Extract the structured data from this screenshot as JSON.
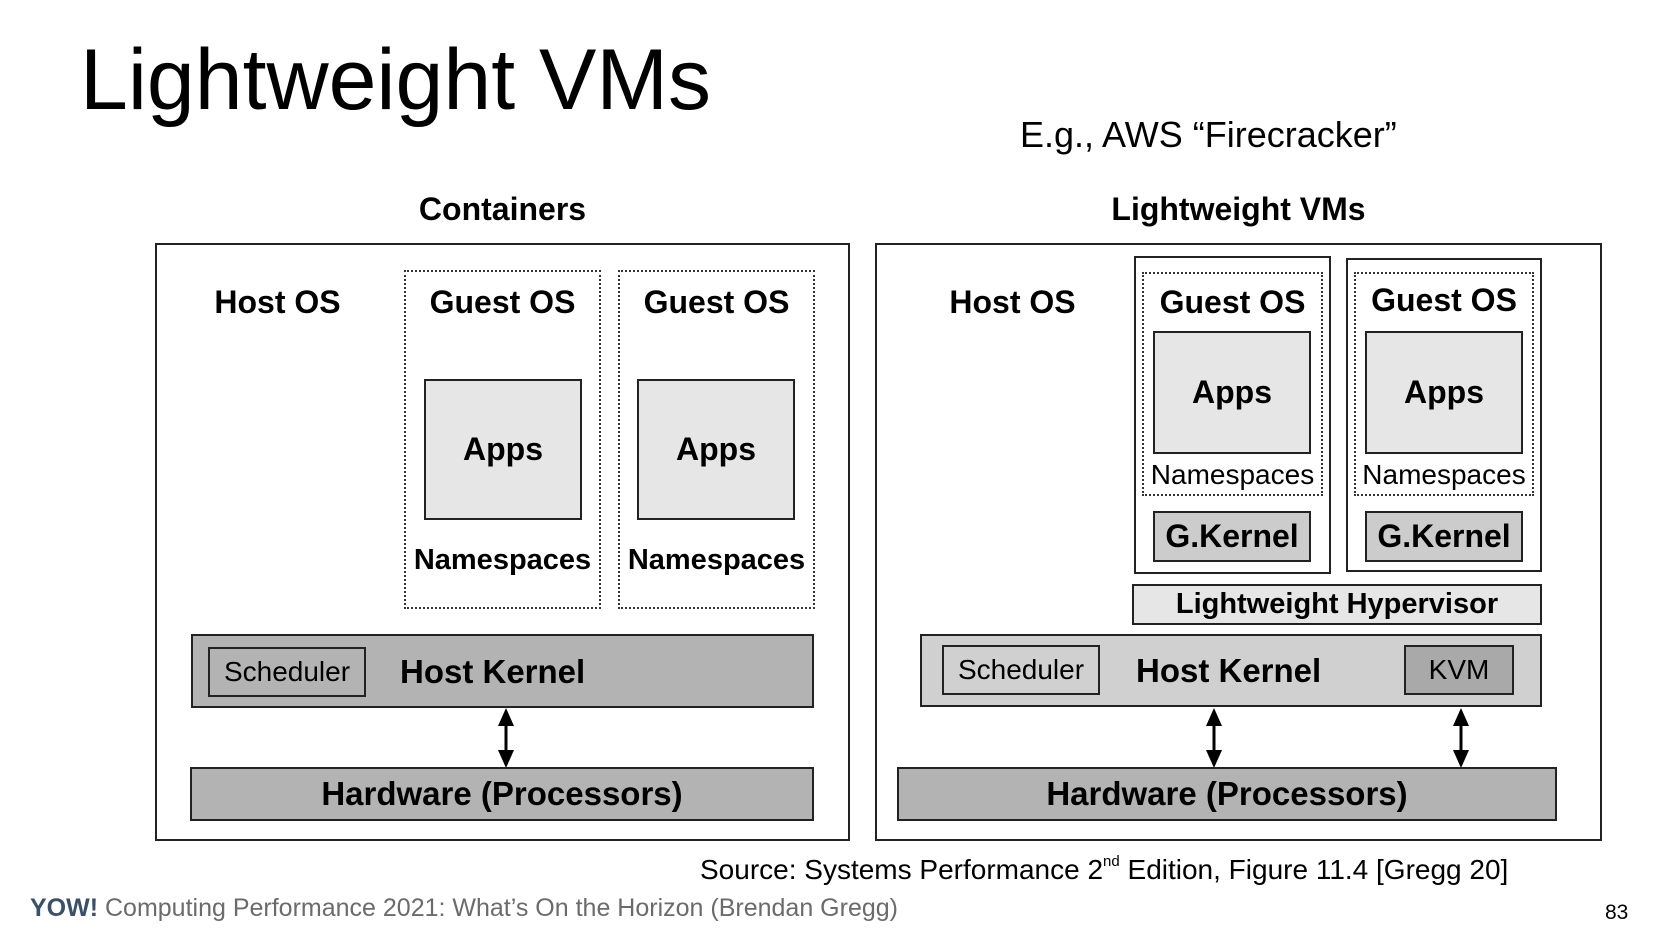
{
  "slide": {
    "title": "Lightweight VMs",
    "subtitle": "E.g., AWS “Firecracker”",
    "page_number": "83"
  },
  "containers": {
    "heading": "Containers",
    "host_os_label": "Host OS",
    "guests": [
      {
        "label": "Guest OS",
        "apps": "Apps",
        "namespaces": "Namespaces"
      },
      {
        "label": "Guest OS",
        "apps": "Apps",
        "namespaces": "Namespaces"
      }
    ],
    "host_kernel": {
      "label": "Host Kernel",
      "scheduler": "Scheduler"
    },
    "hardware": "Hardware (Processors)"
  },
  "lightweight_vms": {
    "heading": "Lightweight VMs",
    "host_os_label": "Host OS",
    "guests": [
      {
        "label": "Guest OS",
        "apps": "Apps",
        "namespaces": "Namespaces",
        "kernel": "G.Kernel"
      },
      {
        "label": "Guest OS",
        "apps": "Apps",
        "namespaces": "Namespaces",
        "kernel": "G.Kernel"
      }
    ],
    "hypervisor": "Lightweight Hypervisor",
    "host_kernel": {
      "label": "Host Kernel",
      "scheduler": "Scheduler",
      "kvm": "KVM"
    },
    "hardware": "Hardware (Processors)"
  },
  "source": {
    "prefix": "Source: Systems Performance 2",
    "superscript": "nd",
    "suffix": " Edition, Figure 11.4 [Gregg 20]"
  },
  "footer": {
    "brand": "YOW!",
    "text": " Computing Performance 2021: What’s On the Horizon (Brendan Gregg)"
  },
  "colors": {
    "footer_brand": "#3a5068",
    "footer_text": "#6b6b6b",
    "apps_fill": "#e6e6e6",
    "kernel_dark_fill": "#b3b3b3",
    "kernel_light_fill": "#d0d0d0",
    "kvm_fill": "#a9a9a9"
  }
}
